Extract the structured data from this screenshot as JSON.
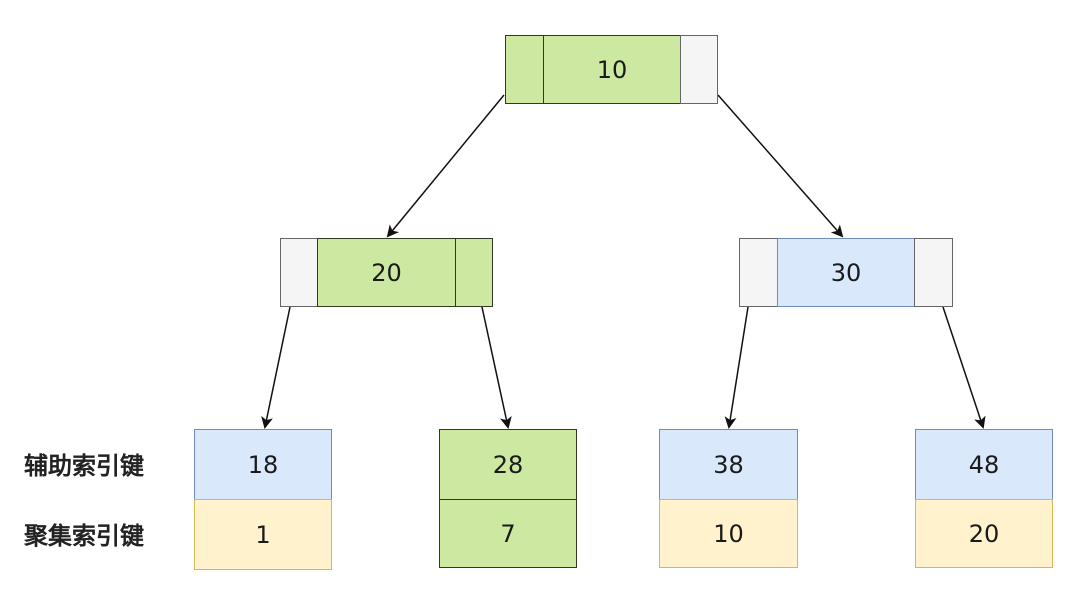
{
  "tree": {
    "root": {
      "key": "10"
    },
    "left_internal": {
      "key": "20"
    },
    "right_internal": {
      "key": "30"
    }
  },
  "leaves": [
    {
      "secondary_key": "18",
      "primary_key": "1"
    },
    {
      "secondary_key": "28",
      "primary_key": "7"
    },
    {
      "secondary_key": "38",
      "primary_key": "10"
    },
    {
      "secondary_key": "48",
      "primary_key": "20"
    }
  ],
  "labels": {
    "secondary_index_key": "辅助索引键",
    "clustered_index_key": "聚集索引键"
  },
  "colors": {
    "green_fill": "#cde8a0",
    "blue_fill": "#dae8fc",
    "yellow_fill": "#fff2cc",
    "grey_fill": "#f5f5f5"
  }
}
